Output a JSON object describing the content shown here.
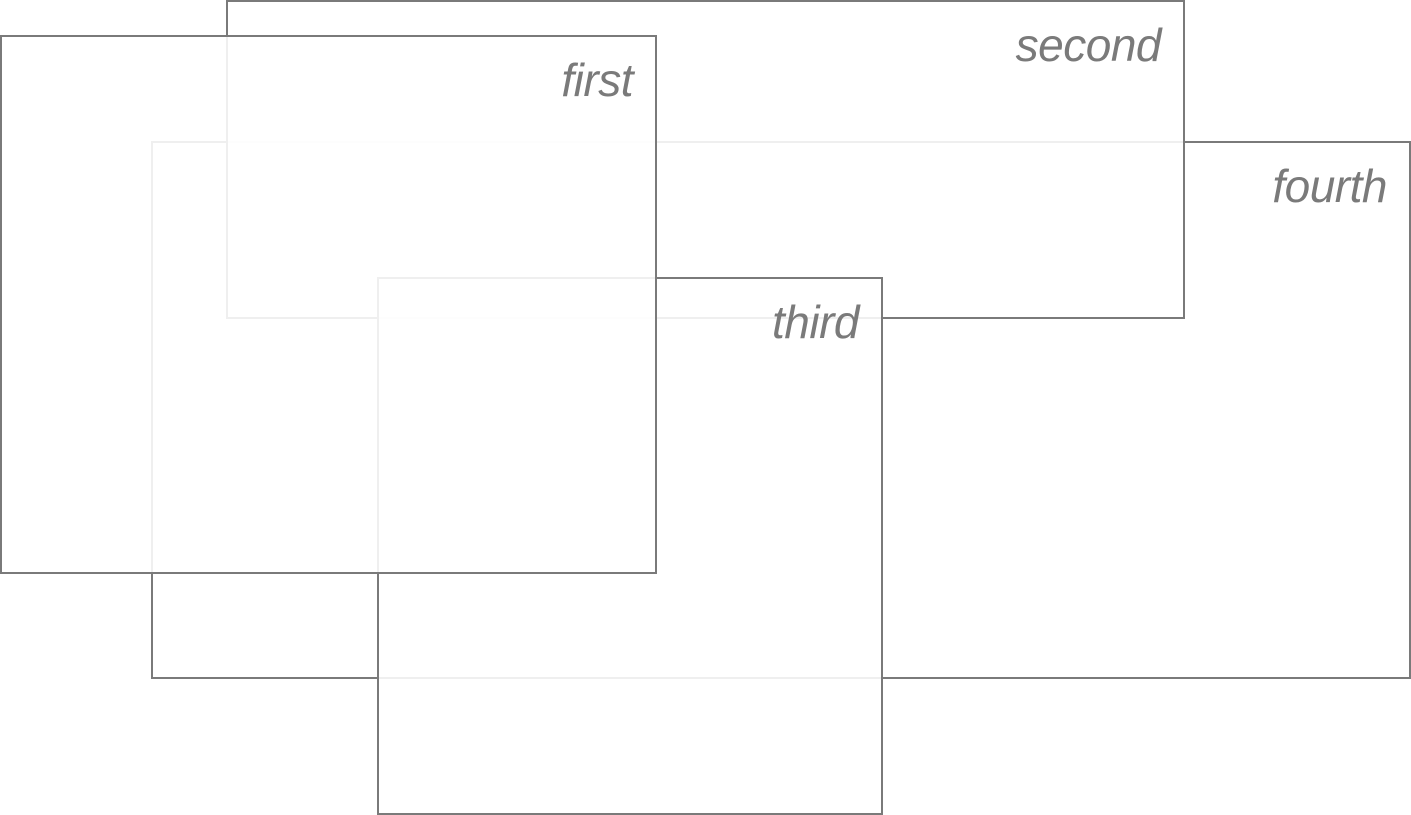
{
  "panels": {
    "first": {
      "label": "first"
    },
    "second": {
      "label": "second"
    },
    "third": {
      "label": "third"
    },
    "fourth": {
      "label": "fourth"
    }
  },
  "colors": {
    "border": "#7a7a7a",
    "label": "#7a7a7a",
    "background": "#ffffff"
  }
}
